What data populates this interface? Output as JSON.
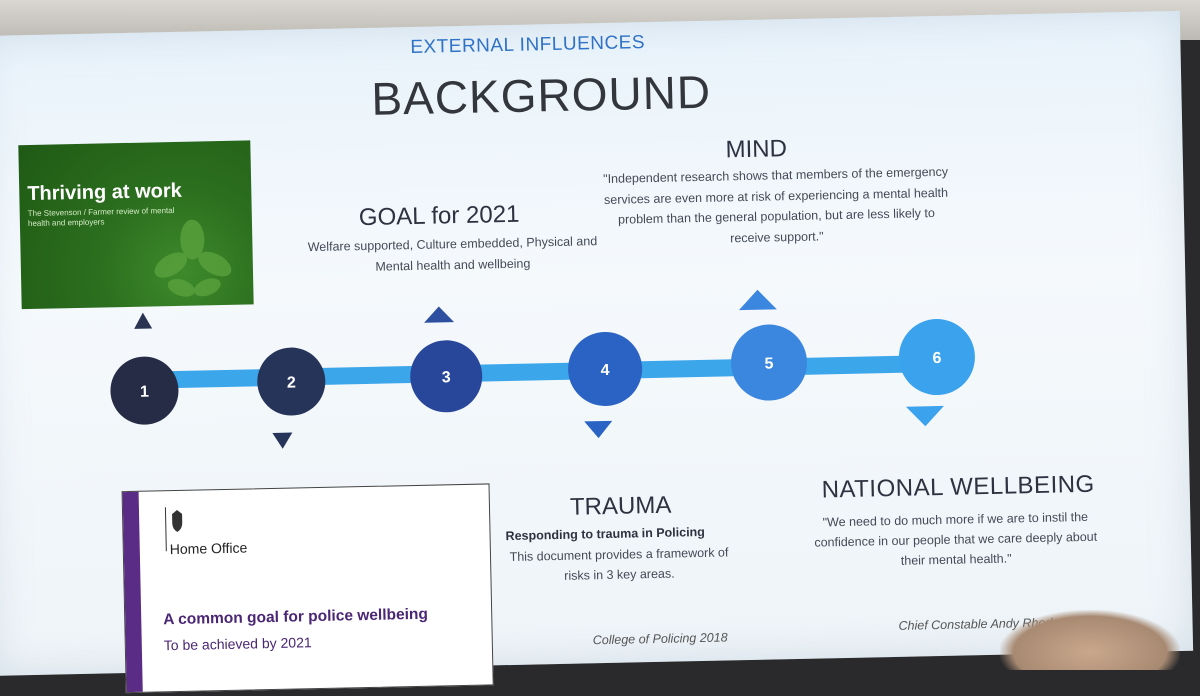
{
  "slide": {
    "subheading": "EXTERNAL INFLUENCES",
    "title": "BACKGROUND"
  },
  "thriving": {
    "title": "Thriving at work",
    "subtitle": "The Stevenson / Farmer review of mental health and employers"
  },
  "timeline": {
    "nodes": [
      "1",
      "2",
      "3",
      "4",
      "5",
      "6"
    ],
    "colors": [
      "#262c45",
      "#27345a",
      "#28479a",
      "#2a63c3",
      "#3b86df",
      "#3ba2ee"
    ],
    "line_color": "#3ba6ea"
  },
  "goal": {
    "title": "GOAL for 2021",
    "description": "Welfare supported, Culture embedded, Physical and Mental health and wellbeing"
  },
  "mind": {
    "title": "MIND",
    "quote": "\"Independent research shows that members of the emergency services are even more at risk of experiencing a mental health problem than the general population, but are less likely to receive support.\""
  },
  "home_office": {
    "org": "Home Office",
    "goal": "A common goal for police wellbeing",
    "sub": "To be achieved by 2021"
  },
  "trauma": {
    "title": "TRAUMA",
    "heading": "Responding to trauma in Policing",
    "description": "This document provides a framework of risks in 3 key areas.",
    "source": "College of Policing 2018"
  },
  "national": {
    "title": "NATIONAL WELLBEING",
    "quote": "\"We need to do much more if we are to instil the confidence in our people that we care deeply about their mental health.\"",
    "source": "Chief Constable Andy Rhodes"
  }
}
